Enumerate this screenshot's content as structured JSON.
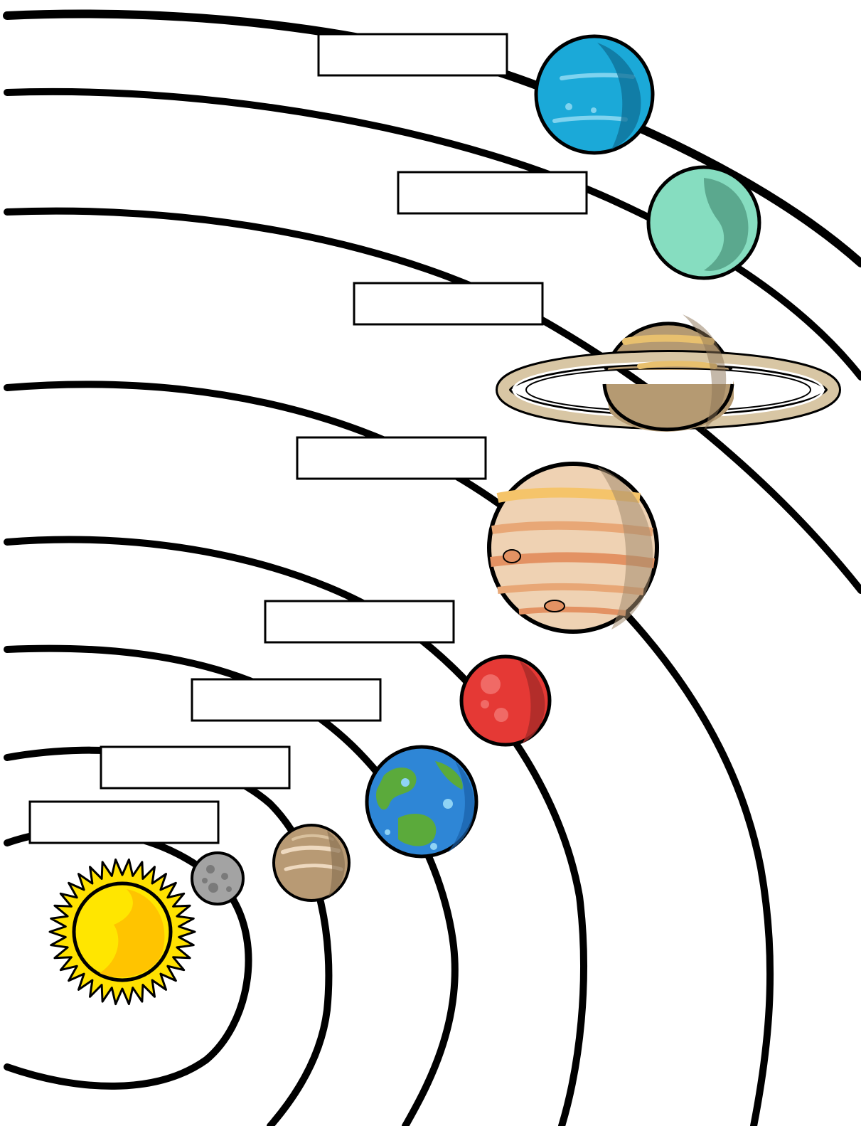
{
  "diagram": {
    "bodies": [
      {
        "name": "sun",
        "color": "#FFD700",
        "label": ""
      },
      {
        "name": "mercury",
        "color": "#9E9E9E",
        "label": ""
      },
      {
        "name": "venus",
        "color": "#B89A74",
        "label": ""
      },
      {
        "name": "earth",
        "color": "#2E86D6",
        "label": ""
      },
      {
        "name": "mars",
        "color": "#E53935",
        "label": ""
      },
      {
        "name": "jupiter",
        "color": "#E9C3A0",
        "label": ""
      },
      {
        "name": "saturn",
        "color": "#B59A72",
        "label": ""
      },
      {
        "name": "uranus",
        "color": "#86DDC0",
        "label": ""
      },
      {
        "name": "neptune",
        "color": "#1BA9D8",
        "label": ""
      }
    ]
  }
}
